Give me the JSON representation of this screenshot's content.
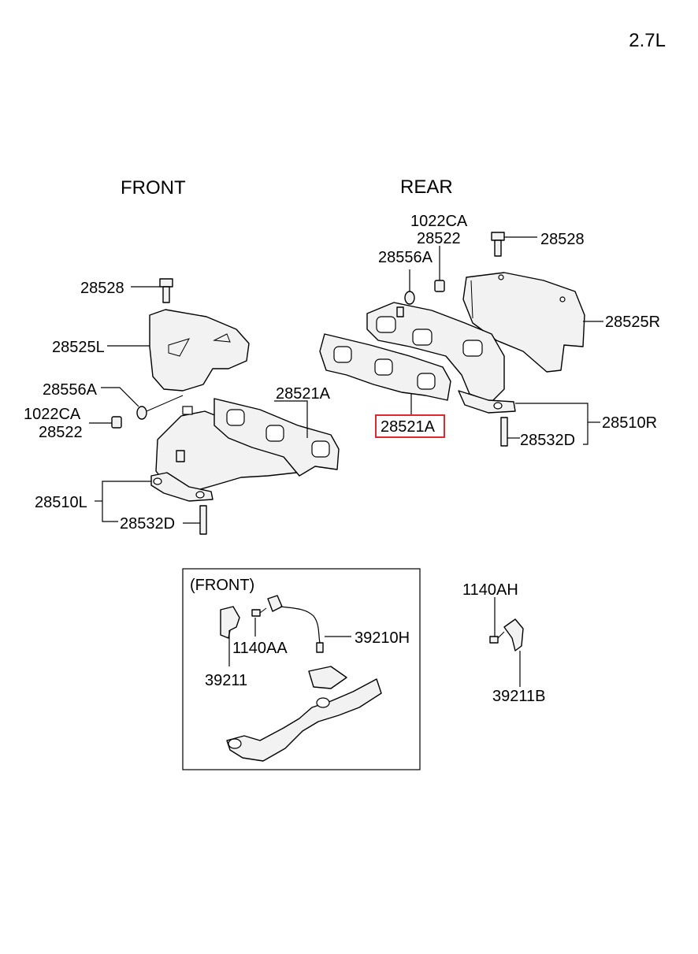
{
  "header": {
    "engine": "2.7L"
  },
  "sections": {
    "front": "FRONT",
    "rear": "REAR",
    "inset": "(FRONT)"
  },
  "front_labels": {
    "bolt": "28528",
    "heat_shield": "28525L",
    "washer": "28556A",
    "nut_code": "1022CA",
    "nut": "28522",
    "gasket": "28521A",
    "manifold": "28510L",
    "stud": "28532D"
  },
  "rear_labels": {
    "nut_code": "1022CA",
    "nut": "28522",
    "bolt": "28528",
    "washer": "28556A",
    "heat_shield": "28525R",
    "gasket_selected": "28521A",
    "manifold": "28510R",
    "stud": "28532D"
  },
  "inset_labels": {
    "bolt": "1140AA",
    "sensor": "39210H",
    "bracket": "39211"
  },
  "side_labels": {
    "bolt": "1140AH",
    "bracket": "39211B"
  },
  "colors": {
    "highlight": "#e0282e",
    "line": "#000000",
    "part_fill": "#f2f2f2"
  }
}
